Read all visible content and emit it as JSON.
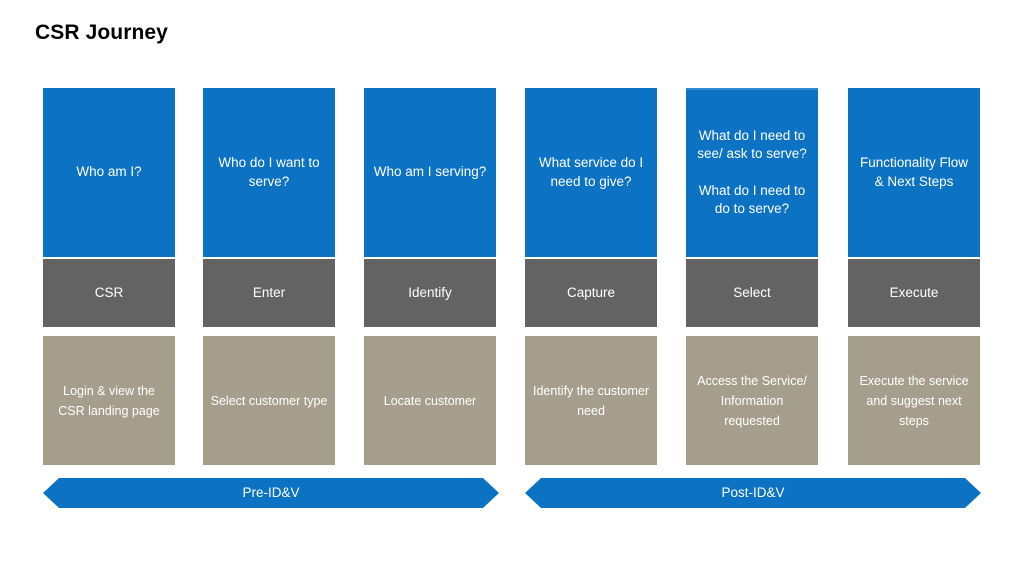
{
  "title": "CSR Journey",
  "colors": {
    "question": "#0B72C4",
    "stage": "#636363",
    "description": "#A59E8D",
    "arrow": "#0B72C4",
    "text_on_fill": "#FFFFFF",
    "title_text": "#000000",
    "background": "#FFFFFF"
  },
  "columns": [
    {
      "question_lines": [
        [
          "Who am I?"
        ]
      ],
      "stage": "CSR",
      "description": "Login & view the CSR landing page"
    },
    {
      "question_lines": [
        [
          "Who do I want to serve?"
        ]
      ],
      "stage": "Enter",
      "description": "Select customer type"
    },
    {
      "question_lines": [
        [
          "Who am I serving?"
        ]
      ],
      "stage": "Identify",
      "description": "Locate customer"
    },
    {
      "question_lines": [
        [
          "What service do I need to give?"
        ]
      ],
      "stage": "Capture",
      "description": "Identify the customer need"
    },
    {
      "question_lines": [
        [
          "What do I need to see/ ask to serve?"
        ],
        [
          "What do I need to do to serve?"
        ]
      ],
      "stage": "Select",
      "description": "Access the Service/ Information requested"
    },
    {
      "question_lines": [
        [
          "Functionality Flow & Next Steps"
        ]
      ],
      "stage": "Execute",
      "description": "Execute the service and suggest next steps"
    }
  ],
  "phases": [
    {
      "label": "Pre-ID&V",
      "covers_columns": [
        0,
        1,
        2
      ]
    },
    {
      "label": "Post-ID&V",
      "covers_columns": [
        3,
        4,
        5
      ]
    }
  ]
}
